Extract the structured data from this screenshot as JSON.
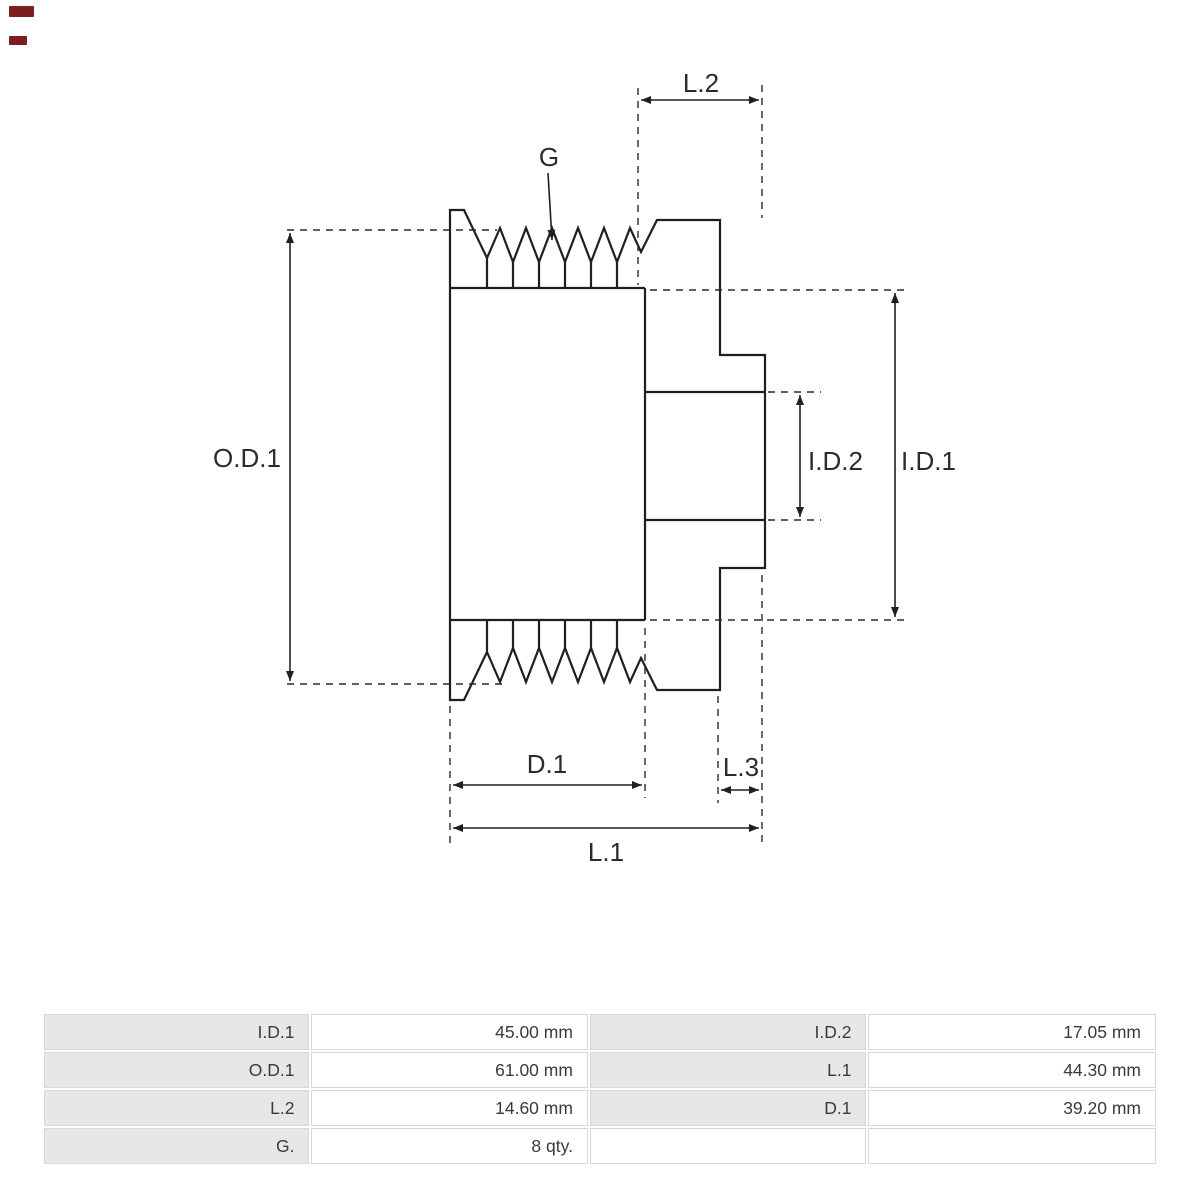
{
  "diagram": {
    "labels": {
      "g": "G",
      "l2": "L.2",
      "od1": "O.D.1",
      "id2": "I.D.2",
      "id1": "I.D.1",
      "d1": "D.1",
      "l3": "L.3",
      "l1": "L.1"
    }
  },
  "table": {
    "rows": [
      {
        "label_left": "I.D.1",
        "value_left": "45.00 mm",
        "label_right": "I.D.2",
        "value_right": "17.05 mm"
      },
      {
        "label_left": "O.D.1",
        "value_left": "61.00 mm",
        "label_right": "L.1",
        "value_right": "44.30 mm"
      },
      {
        "label_left": "L.2",
        "value_left": "14.60 mm",
        "label_right": "D.1",
        "value_right": "39.20 mm"
      },
      {
        "label_left": "G.",
        "value_left": "8 qty.",
        "label_right": "",
        "value_right": ""
      }
    ]
  },
  "colors": {
    "line": "#1f1f1f",
    "table_label_bg": "#e7e7e7",
    "table_border": "#d8d8d8",
    "text": "#3a3a3a",
    "artifact_red": "#7e1d1d"
  }
}
